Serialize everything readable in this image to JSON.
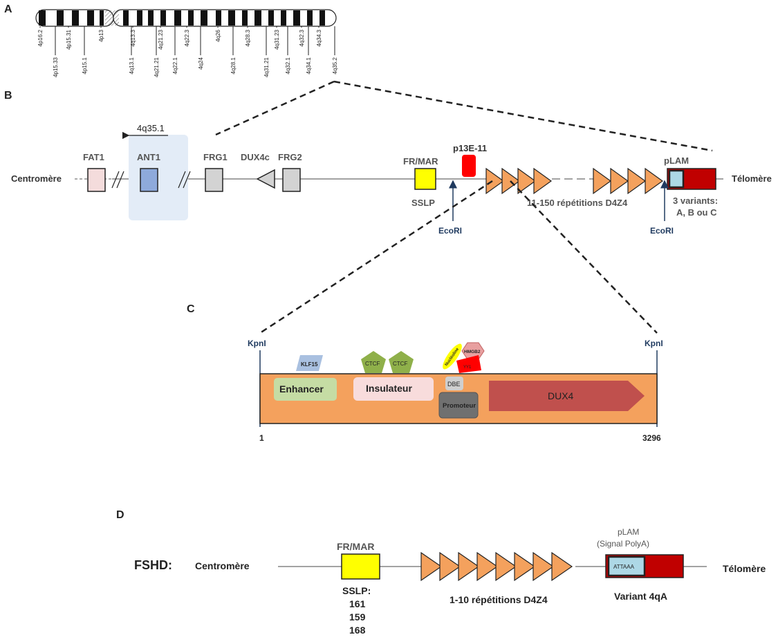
{
  "panels": {
    "a": "A",
    "b": "B",
    "c": "C",
    "d": "D"
  },
  "chromosome": {
    "bands_top": [
      "4p16.2",
      "4p15.31",
      "4p13",
      "4q13.3",
      "4q21.23",
      "4q22.3",
      "4q26",
      "4q28.3",
      "4q31.23",
      "4q32.3",
      "4q34.3"
    ],
    "bands_bottom": [
      "4p15.33",
      "4p15.1",
      "4q13.1",
      "4q21.21",
      "4q22.1",
      "4q24",
      "4q28.1",
      "4q31.21",
      "4q32.1",
      "4q34.1",
      "4q35.2"
    ]
  },
  "panel_b": {
    "region": "4q35.1",
    "centromere": "Centromère",
    "telomere": "Télomère",
    "genes": {
      "fat1": "FAT1",
      "ant1": "ANT1",
      "frg1": "FRG1",
      "dux4c": "DUX4c",
      "frg2": "FRG2"
    },
    "fr_mar": "FR/MAR",
    "sslp": "SSLP",
    "p13e11": "p13E-11",
    "ecori_left": "EcoRI",
    "ecori_right": "EcoRI",
    "repeats": "11-150 répétitions D4Z4",
    "plam": "pLAM",
    "variants_line1": "3 variants:",
    "variants_line2": "A, B ou C"
  },
  "panel_c": {
    "kpn_left": "KpnI",
    "kpn_right": "KpnI",
    "start": "1",
    "end": "3296",
    "klf15": "KLF15",
    "ctcf1": "CTCF",
    "ctcf2": "CTCF",
    "nucleoline": "Nucléoline",
    "hmgb2": "HMGB2",
    "yy1": "YY1",
    "dbe": "DBE",
    "enhancer": "Enhancer",
    "insulateur": "Insulateur",
    "promoteur": "Promoteur",
    "dux4": "DUX4"
  },
  "panel_d": {
    "fshd": "FSHD:",
    "centromere": "Centromère",
    "telomere": "Télomère",
    "fr_mar": "FR/MAR",
    "sslp": "SSLP:",
    "sslp_values": [
      "161",
      "159",
      "168"
    ],
    "repeats": "1-10 répétitions D4Z4",
    "plam": "pLAM",
    "signal": "(Signal PolyA)",
    "attaaa": "ATTAAA",
    "variant": "Variant 4qA"
  },
  "colors": {
    "orange": "#f4a15d",
    "red": "#c00000",
    "yellow": "#ffff00",
    "light_blue": "#add8e6",
    "ant1_blue": "#8eaadb",
    "ant1_shade": "#e3ecf7",
    "fat1_pink": "#f4dcdc",
    "gene_gray": "#d3d3d3",
    "green_ctcf": "#8fb04a",
    "enhancer_green": "#c5dca4",
    "insulateur_pink": "#f8dcdc",
    "dux4_red": "#c0504d",
    "promoter_gray": "#707070",
    "eco_blue": "#1f3a5f"
  }
}
